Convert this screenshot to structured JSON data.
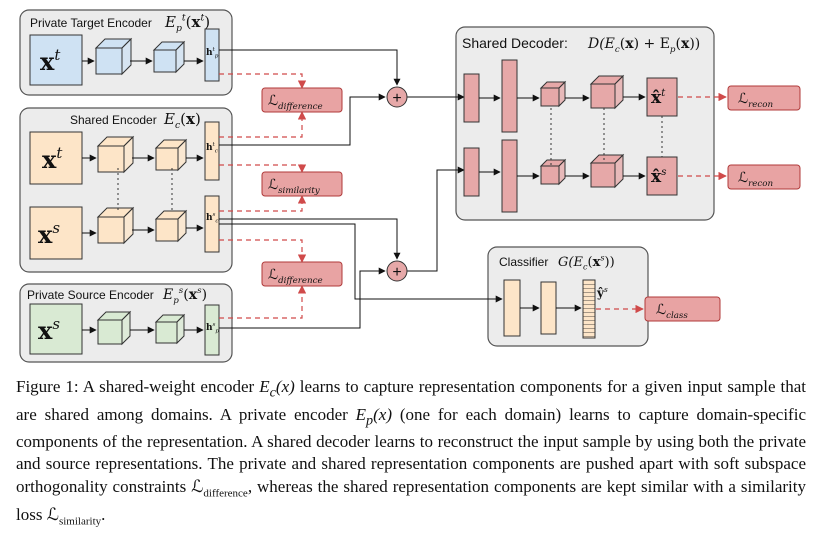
{
  "colors": {
    "panel": "#ececec",
    "panel_border": "#555555",
    "target": "#cfe2f3",
    "source": "#fde5c8",
    "private_source": "#d9ead3",
    "decoder": "#e6a8a8",
    "loss_fill": "#e8a3a3",
    "loss_border": "#b03a3a",
    "dashed": "#d04a4a"
  },
  "panels": {
    "private_target": {
      "name": "Private Target Encoder",
      "math": [
        [
          "E",
          ""
        ],
        [
          "p",
          "sub"
        ],
        [
          "t",
          "sup"
        ],
        [
          "(",
          ""
        ],
        [
          "x",
          "bold"
        ],
        [
          "t",
          "sup"
        ],
        [
          ")",
          ""
        ]
      ]
    },
    "shared_encoder": {
      "name": "Shared Encoder",
      "math": [
        [
          "E",
          ""
        ],
        [
          "c",
          "sub"
        ],
        [
          "(",
          ""
        ],
        [
          "x",
          "bold"
        ],
        [
          ")",
          ""
        ]
      ]
    },
    "private_source": {
      "name": "Private Source Encoder",
      "math": [
        [
          "E",
          ""
        ],
        [
          "p",
          "sub"
        ],
        [
          "s",
          "sup"
        ],
        [
          "(",
          ""
        ],
        [
          "x",
          "bold"
        ],
        [
          "s",
          "sup"
        ],
        [
          ")",
          ""
        ]
      ]
    },
    "shared_decoder": {
      "name": "Shared Decoder:",
      "math": [
        [
          "D(E",
          ""
        ],
        [
          "c",
          "sub"
        ],
        [
          "(",
          ""
        ],
        [
          "x",
          "bold"
        ],
        [
          ") + E",
          ""
        ],
        [
          "p",
          "sub"
        ],
        [
          "(",
          ""
        ],
        [
          "x",
          "bold"
        ],
        [
          "))",
          ""
        ]
      ]
    },
    "classifier": {
      "name": "Classifier",
      "math": [
        [
          "G(E",
          ""
        ],
        [
          "c",
          "sub"
        ],
        [
          "(",
          ""
        ],
        [
          "x",
          "bold"
        ],
        [
          "s",
          "sup"
        ],
        [
          "))",
          ""
        ]
      ]
    }
  },
  "inputs": {
    "xt_private": [
      [
        "x",
        "bold"
      ],
      [
        "t",
        "sup"
      ]
    ],
    "xt_shared": [
      [
        "x",
        "bold"
      ],
      [
        "t",
        "sup"
      ]
    ],
    "xs_shared": [
      [
        "x",
        "bold"
      ],
      [
        "s",
        "sup"
      ]
    ],
    "xs_private": [
      [
        "x",
        "bold"
      ],
      [
        "s",
        "sup"
      ]
    ]
  },
  "codes": {
    "hpt": [
      [
        "h",
        "bold"
      ],
      [
        "t",
        "sup"
      ],
      [
        "p",
        "sub"
      ]
    ],
    "hct": [
      [
        "h",
        "bold"
      ],
      [
        "t",
        "sup"
      ],
      [
        "c",
        "sub"
      ]
    ],
    "hcs": [
      [
        "h",
        "bold"
      ],
      [
        "s",
        "sup"
      ],
      [
        "c",
        "sub"
      ]
    ],
    "hps": [
      [
        "h",
        "bold"
      ],
      [
        "s",
        "sup"
      ],
      [
        "p",
        "sub"
      ]
    ]
  },
  "outputs": {
    "xhat_t": [
      [
        "x̂",
        "bold"
      ],
      [
        "t",
        "sup"
      ]
    ],
    "xhat_s": [
      [
        "x̂",
        "bold"
      ],
      [
        "s",
        "sup"
      ]
    ],
    "yhat_s": [
      [
        "ŷ",
        "bold"
      ],
      [
        "s",
        "sup"
      ]
    ]
  },
  "losses": {
    "difference_1": [
      [
        "ℒ",
        ""
      ],
      [
        "difference",
        "sub"
      ]
    ],
    "similarity": [
      [
        "ℒ",
        ""
      ],
      [
        "similarity",
        "sub"
      ]
    ],
    "difference_2": [
      [
        "ℒ",
        ""
      ],
      [
        "difference",
        "sub"
      ]
    ],
    "recon_1": [
      [
        "ℒ",
        ""
      ],
      [
        "recon",
        "sub"
      ]
    ],
    "recon_2": [
      [
        "ℒ",
        ""
      ],
      [
        "recon",
        "sub"
      ]
    ],
    "class": [
      [
        "ℒ",
        ""
      ],
      [
        "class",
        "sub"
      ]
    ]
  },
  "symbols": {
    "plus": "+"
  },
  "caption": {
    "label": "Figure 1:",
    "p1": " A shared-weight encoder ",
    "m1": "E",
    "m1_sub": "c",
    "m1_tail": "(x)",
    "p2": " learns to capture representation components for a given input sample that are shared among domains. A private encoder ",
    "m2": "E",
    "m2_sub": "p",
    "m2_tail": "(x)",
    "p3": " (one for each domain) learns to capture domain-specific components of the representation. A shared decoder learns to reconstruct the input sample by using both the private and source representations. The private and shared representation components are pushed apart with soft subspace orthogonality constraints ",
    "m3": "ℒ",
    "m3_sub": "difference",
    "p4": ", whereas the shared representation components are kept similar with a similarity loss ",
    "m4": "ℒ",
    "m4_sub": "similarity",
    "p5": "."
  }
}
